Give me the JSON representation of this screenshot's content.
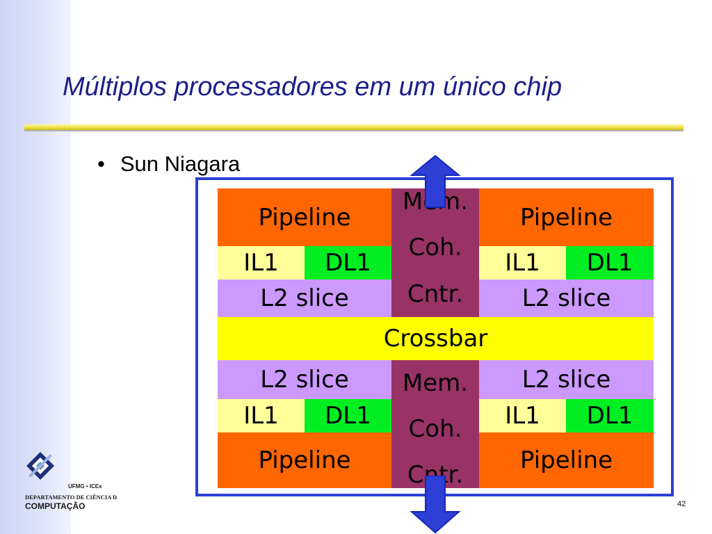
{
  "slide": {
    "title": "Múltiplos processadores em um único chip",
    "bullet": "Sun Niagara",
    "page_number": "42"
  },
  "diagram": {
    "pipeline": "Pipeline",
    "il1": "IL1",
    "dl1": "DL1",
    "l2": "L2 slice",
    "crossbar": "Crossbar",
    "mem": "Mem.",
    "coh": "Coh.",
    "cntr": "Cntr."
  },
  "logo": {
    "line1": "UFMG • ICEx",
    "line2": "DEPARTAMENTO DE CIÊNCIA DA",
    "line3": "COMPUTAÇÃO"
  },
  "colors": {
    "title": "#1a1f8c",
    "frame": "#2e3fd6",
    "pipeline": "#ff6600",
    "il1": "#ffff99",
    "dl1": "#00ee22",
    "l2": "#cc99ff",
    "crossbar": "#ffff00",
    "mem": "#993366",
    "arrow": "#2e3fd6"
  }
}
